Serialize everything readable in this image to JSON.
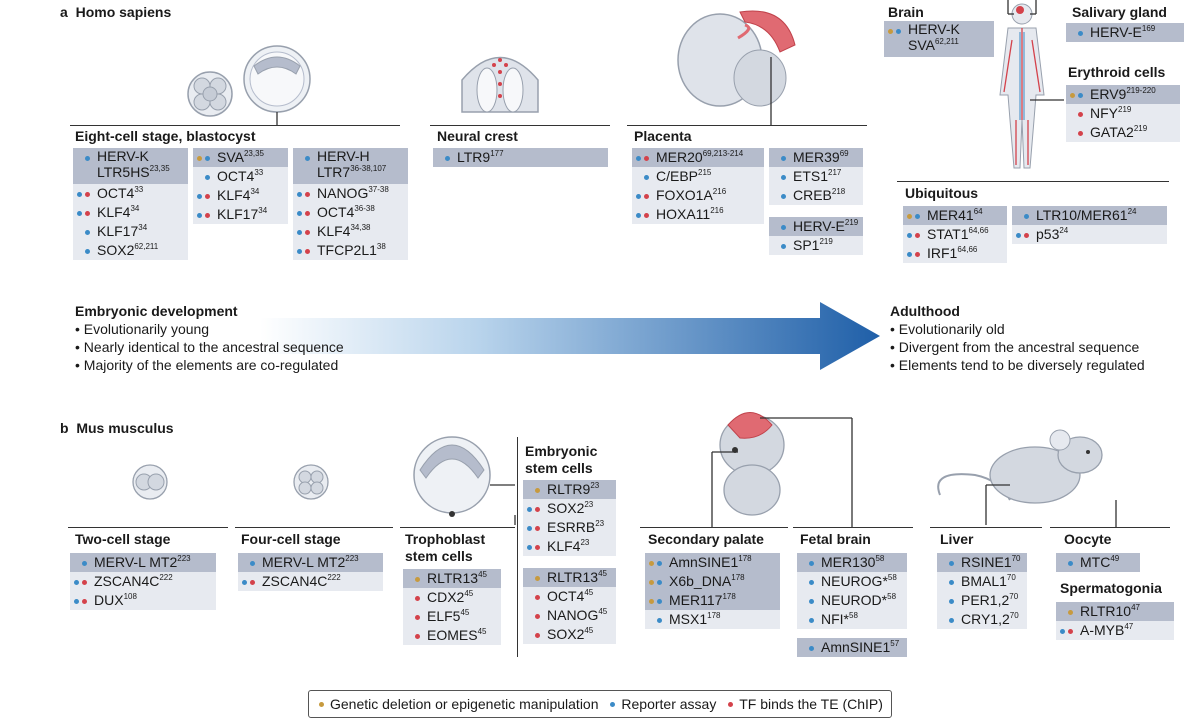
{
  "panel_a": {
    "letter": "a",
    "species": "Homo sapiens"
  },
  "panel_b": {
    "letter": "b",
    "species": "Mus musculus"
  },
  "human": {
    "eight_cell": {
      "label": "Eight-cell stage, blastocyst",
      "col1": [
        {
          "dots": [
            "blu"
          ],
          "label": "HERV-K LTR5HS",
          "sup": "23,35",
          "hl": true,
          "dbl": true
        },
        {
          "dots": [
            "blu",
            "red"
          ],
          "label": "OCT4",
          "sup": "33"
        },
        {
          "dots": [
            "blu",
            "red"
          ],
          "label": "KLF4",
          "sup": "34"
        },
        {
          "dots": [
            "blu"
          ],
          "label": "KLF17",
          "sup": "34"
        },
        {
          "dots": [
            "blu"
          ],
          "label": "SOX2",
          "sup": "62,211"
        }
      ],
      "col2": [
        {
          "dots": [
            "tan",
            "blu"
          ],
          "label": "SVA",
          "sup": "23,35",
          "hl": true
        },
        {
          "dots": [
            "blu"
          ],
          "label": "OCT4",
          "sup": "33"
        },
        {
          "dots": [
            "blu",
            "red"
          ],
          "label": "KLF4",
          "sup": "34"
        },
        {
          "dots": [
            "blu",
            "red"
          ],
          "label": "KLF17",
          "sup": "34"
        }
      ],
      "col3": [
        {
          "dots": [
            "blu"
          ],
          "label": "HERV-H LTR7",
          "sup": "36-38,107",
          "hl": true,
          "dbl": true
        },
        {
          "dots": [
            "blu",
            "red"
          ],
          "label": "NANOG",
          "sup": "37-38"
        },
        {
          "dots": [
            "blu",
            "red"
          ],
          "label": "OCT4",
          "sup": "36-38"
        },
        {
          "dots": [
            "blu",
            "red"
          ],
          "label": "KLF4",
          "sup": "34,38"
        },
        {
          "dots": [
            "blu",
            "red"
          ],
          "label": "TFCP2L1",
          "sup": "38"
        }
      ]
    },
    "neural_crest": {
      "label": "Neural crest",
      "col1": [
        {
          "dots": [
            "blu"
          ],
          "label": "LTR9",
          "sup": "177",
          "hl": true
        }
      ]
    },
    "placenta": {
      "label": "Placenta",
      "col1": [
        {
          "dots": [
            "blu",
            "red"
          ],
          "label": "MER20",
          "sup": "69,213-214",
          "hl": true
        },
        {
          "dots": [
            "blu"
          ],
          "label": "C/EBP",
          "sup": "215"
        },
        {
          "dots": [
            "blu",
            "red"
          ],
          "label": "FOXO1A",
          "sup": "216"
        },
        {
          "dots": [
            "blu",
            "red"
          ],
          "label": "HOXA11",
          "sup": "216"
        }
      ],
      "col2": [
        {
          "dots": [
            "blu"
          ],
          "label": "MER39",
          "sup": "69",
          "hl": true
        },
        {
          "dots": [
            "blu"
          ],
          "label": "ETS1",
          "sup": "217"
        },
        {
          "dots": [
            "blu"
          ],
          "label": "CREB",
          "sup": "218"
        }
      ],
      "col3": [
        {
          "dots": [
            "blu"
          ],
          "label": "HERV-E",
          "sup": "219",
          "hl": true
        },
        {
          "dots": [
            "blu"
          ],
          "label": "SP1",
          "sup": "219"
        }
      ]
    },
    "brain": {
      "label": "Brain",
      "col1": [
        {
          "dots": [
            "tan",
            "blu"
          ],
          "label": "HERV-K SVA",
          "sup": "62,211",
          "hl": true,
          "dbl": true
        }
      ]
    },
    "salivary": {
      "label": "Salivary gland",
      "col1": [
        {
          "dots": [
            "blu"
          ],
          "label": "HERV-E",
          "sup": "169",
          "hl": true
        }
      ]
    },
    "erythroid": {
      "label": "Erythroid cells",
      "col1": [
        {
          "dots": [
            "tan",
            "blu"
          ],
          "label": "ERV9",
          "sup": "219-220",
          "hl": true
        },
        {
          "dots": [
            "red"
          ],
          "label": "NFY",
          "sup": "219"
        },
        {
          "dots": [
            "red"
          ],
          "label": "GATA2",
          "sup": "219"
        }
      ]
    },
    "ubiquitous": {
      "label": "Ubiquitous",
      "col1": [
        {
          "dots": [
            "tan",
            "blu"
          ],
          "label": "MER41",
          "sup": "64",
          "hl": true
        },
        {
          "dots": [
            "blu",
            "red"
          ],
          "label": "STAT1",
          "sup": "64,66"
        },
        {
          "dots": [
            "blu",
            "red"
          ],
          "label": "IRF1",
          "sup": "64,66"
        }
      ],
      "col2": [
        {
          "dots": [
            "blu"
          ],
          "label": "LTR10/MER61",
          "sup": "24",
          "hl": true
        },
        {
          "dots": [
            "blu",
            "red"
          ],
          "label": "p53",
          "sup": "24"
        }
      ]
    }
  },
  "development": {
    "left_title": "Embryonic development",
    "left_items": [
      "• Evolutionarily young",
      "• Nearly identical to the ancestral sequence",
      "• Majority of the elements are co-regulated"
    ],
    "right_title": "Adulthood",
    "right_items": [
      "• Evolutionarily old",
      "• Divergent from the ancestral sequence",
      "• Elements tend to be diversely regulated"
    ]
  },
  "mouse": {
    "two_cell": {
      "label": "Two-cell stage",
      "col1": [
        {
          "dots": [
            "blu"
          ],
          "label": "MERV-L MT2",
          "sup": "223",
          "hl": true
        },
        {
          "dots": [
            "blu",
            "red"
          ],
          "label": "ZSCAN4C",
          "sup": "222"
        },
        {
          "dots": [
            "blu",
            "red"
          ],
          "label": "DUX",
          "sup": "108"
        }
      ]
    },
    "four_cell": {
      "label": "Four-cell stage",
      "col1": [
        {
          "dots": [
            "blu"
          ],
          "label": "MERV-L MT2",
          "sup": "223",
          "hl": true
        },
        {
          "dots": [
            "blu",
            "red"
          ],
          "label": "ZSCAN4C",
          "sup": "222"
        }
      ]
    },
    "trophoblast": {
      "label": "Trophoblast stem cells",
      "col1": [
        {
          "dots": [
            "tan"
          ],
          "label": "RLTR13",
          "sup": "45",
          "hl": true
        },
        {
          "dots": [
            "red"
          ],
          "label": "CDX2",
          "sup": "45"
        },
        {
          "dots": [
            "red"
          ],
          "label": "ELF5",
          "sup": "45"
        },
        {
          "dots": [
            "red"
          ],
          "label": "EOMES",
          "sup": "45"
        }
      ]
    },
    "esc": {
      "label": "Embryonic stem cells",
      "col1": [
        {
          "dots": [
            "tan"
          ],
          "label": "RLTR9",
          "sup": "23",
          "hl": true
        },
        {
          "dots": [
            "blu",
            "red"
          ],
          "label": "SOX2",
          "sup": "23"
        },
        {
          "dots": [
            "blu",
            "red"
          ],
          "label": "ESRRB",
          "sup": "23"
        },
        {
          "dots": [
            "blu",
            "red"
          ],
          "label": "KLF4",
          "sup": "23"
        }
      ],
      "col2": [
        {
          "dots": [
            "tan"
          ],
          "label": "RLTR13",
          "sup": "45",
          "hl": true
        },
        {
          "dots": [
            "red"
          ],
          "label": "OCT4",
          "sup": "45"
        },
        {
          "dots": [
            "red"
          ],
          "label": "NANOG",
          "sup": "45"
        },
        {
          "dots": [
            "red"
          ],
          "label": "SOX2",
          "sup": "45"
        }
      ]
    },
    "palate": {
      "label": "Secondary palate",
      "col1": [
        {
          "dots": [
            "tan",
            "blu"
          ],
          "label": "AmnSINE1",
          "sup": "178",
          "hl": true
        },
        {
          "dots": [
            "tan",
            "blu"
          ],
          "label": "X6b_DNA",
          "sup": "178",
          "hl": true
        },
        {
          "dots": [
            "tan",
            "blu"
          ],
          "label": "MER117",
          "sup": "178",
          "hl": true
        },
        {
          "dots": [
            "blu"
          ],
          "label": "MSX1",
          "sup": "178"
        }
      ]
    },
    "fetal_brain": {
      "label": "Fetal brain",
      "col1": [
        {
          "dots": [
            "blu"
          ],
          "label": "MER130",
          "sup": "58",
          "hl": true
        },
        {
          "dots": [
            "blu"
          ],
          "label": "NEUROG*",
          "sup": "58"
        },
        {
          "dots": [
            "blu"
          ],
          "label": "NEUROD*",
          "sup": "58"
        },
        {
          "dots": [
            "blu"
          ],
          "label": "NFI*",
          "sup": "58"
        }
      ],
      "col2": [
        {
          "dots": [
            "blu"
          ],
          "label": "AmnSINE1",
          "sup": "57",
          "hl": true
        }
      ]
    },
    "liver": {
      "label": "Liver",
      "col1": [
        {
          "dots": [
            "blu"
          ],
          "label": "RSINE1",
          "sup": "70",
          "hl": true
        },
        {
          "dots": [
            "blu"
          ],
          "label": "BMAL1",
          "sup": "70"
        },
        {
          "dots": [
            "blu"
          ],
          "label": "PER1,2",
          "sup": "70"
        },
        {
          "dots": [
            "blu"
          ],
          "label": "CRY1,2",
          "sup": "70"
        }
      ]
    },
    "oocyte": {
      "label": "Oocyte",
      "col1": [
        {
          "dots": [
            "blu"
          ],
          "label": "MTC",
          "sup": "49",
          "hl": true
        }
      ]
    },
    "spermatogonia": {
      "label": "Spermatogonia",
      "col1": [
        {
          "dots": [
            "tan"
          ],
          "label": "RLTR10",
          "sup": "47",
          "hl": true
        },
        {
          "dots": [
            "blu",
            "red"
          ],
          "label": "A-MYB",
          "sup": "47"
        }
      ]
    }
  },
  "legend": {
    "items": [
      {
        "color": "#c79a3e",
        "label": "Genetic deletion or epigenetic manipulation"
      },
      {
        "color": "#3b8bc7",
        "label": "Reporter assay"
      },
      {
        "color": "#d4424b",
        "label": "TF binds the TE (ChIP)"
      }
    ]
  },
  "colors": {
    "tan": "#c79a3e",
    "blue": "#3b8bc7",
    "red": "#d4424b",
    "highlight": "#b5bccc",
    "row": "#e7eaf0",
    "arrow": "#1f5fa8"
  }
}
